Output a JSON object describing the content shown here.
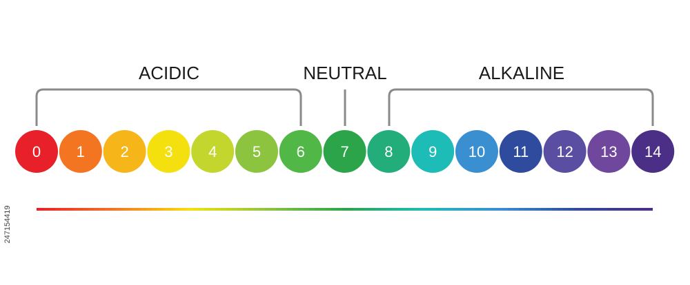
{
  "labels": {
    "acidic": "ACIDIC",
    "neutral": "NEUTRAL",
    "alkaline": "ALKALINE"
  },
  "scale": [
    {
      "value": "0",
      "color": "#e8202a"
    },
    {
      "value": "1",
      "color": "#f37521"
    },
    {
      "value": "2",
      "color": "#f6b519"
    },
    {
      "value": "3",
      "color": "#f5e00f"
    },
    {
      "value": "4",
      "color": "#c3d62d"
    },
    {
      "value": "5",
      "color": "#8cc43f"
    },
    {
      "value": "6",
      "color": "#51b848"
    },
    {
      "value": "7",
      "color": "#2ca44a"
    },
    {
      "value": "8",
      "color": "#23ad7a"
    },
    {
      "value": "9",
      "color": "#1ebcb6"
    },
    {
      "value": "10",
      "color": "#3a8fd0"
    },
    {
      "value": "11",
      "color": "#2f4b9d"
    },
    {
      "value": "12",
      "color": "#5a4ea2"
    },
    {
      "value": "13",
      "color": "#6f479d"
    },
    {
      "value": "14",
      "color": "#4b2f86"
    }
  ],
  "colors": {
    "bracket": "#8a8a8a",
    "gradient": [
      "#e8202a",
      "#f37521",
      "#f5e00f",
      "#8cc43f",
      "#2ca44a",
      "#1ebcb6",
      "#3a8fd0",
      "#2f4b9d",
      "#4b2f86"
    ]
  },
  "stock_id": "247154419"
}
